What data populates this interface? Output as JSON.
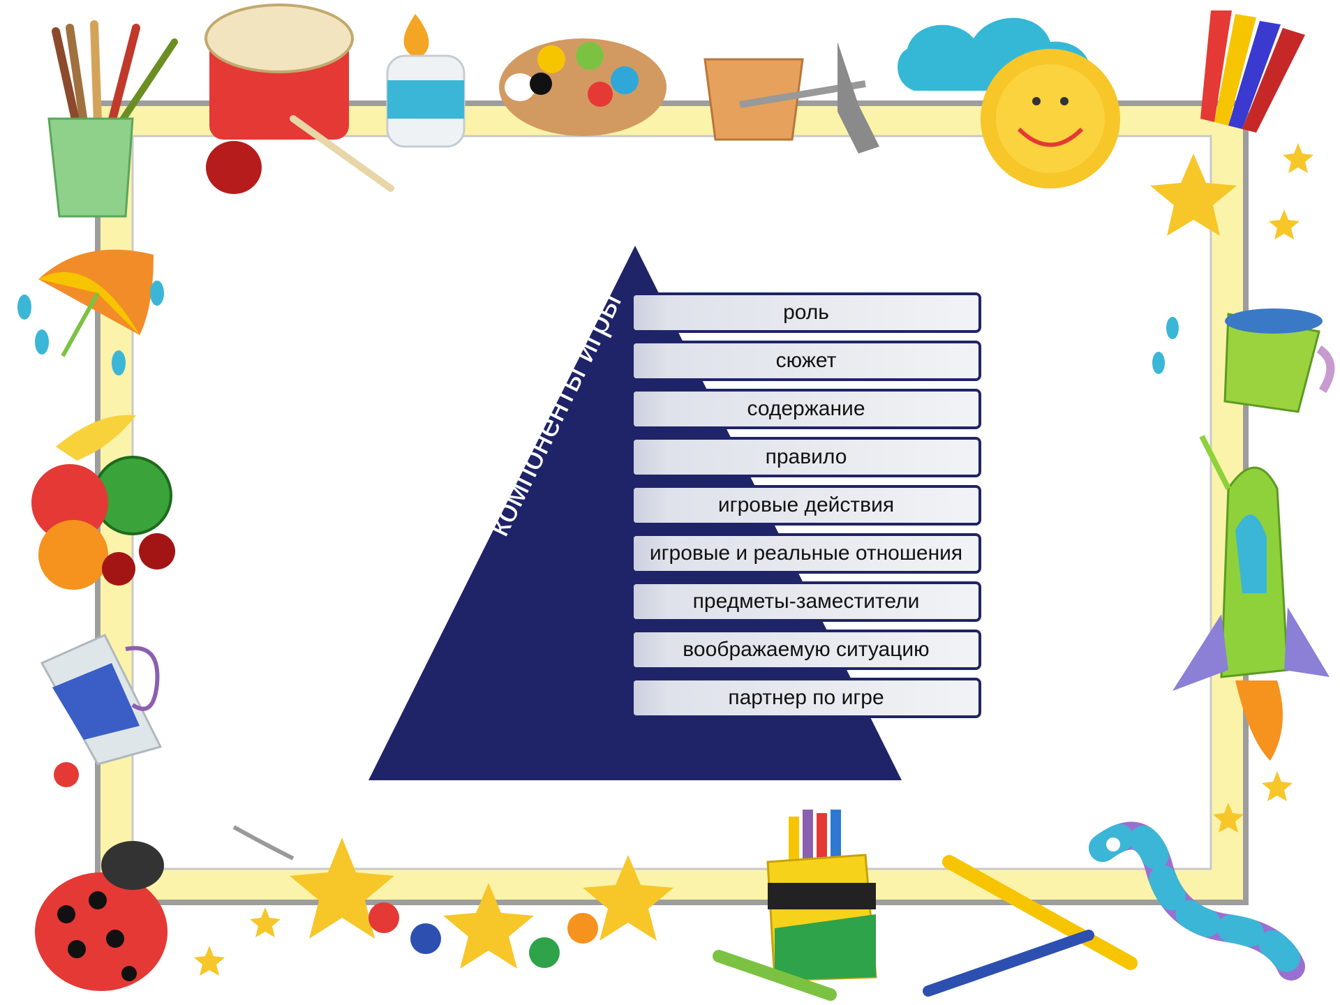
{
  "diagram": {
    "side_title": [
      "Структурные",
      "компоненты игры"
    ],
    "items": [
      "роль",
      "сюжет",
      "содержание",
      "правило",
      "игровые действия",
      "игровые и реальные отношения",
      "предметы-заместители",
      "воображаемую ситуацию",
      "партнер по игре"
    ]
  },
  "colors": {
    "pyramid": "#1f2468",
    "frame_fill": "#fbf3a9",
    "frame_border": "#9a9a9a",
    "bar_border": "#1f2468"
  },
  "decorations": [
    "paintbrushes-cup-icon",
    "drum-icon",
    "glue-bottle-icon",
    "paint-palette-icon",
    "flower-pot-tools-icon",
    "cloud-icon",
    "sun-icon",
    "streamers-icon",
    "star-icon",
    "umbrella-rain-icon",
    "watering-can-icon",
    "fruit-icon",
    "rocket-icon",
    "paint-tube-icon",
    "ladybug-icon",
    "star-beads-icon",
    "crayon-box-icon",
    "pencil-icon",
    "worm-icon"
  ]
}
